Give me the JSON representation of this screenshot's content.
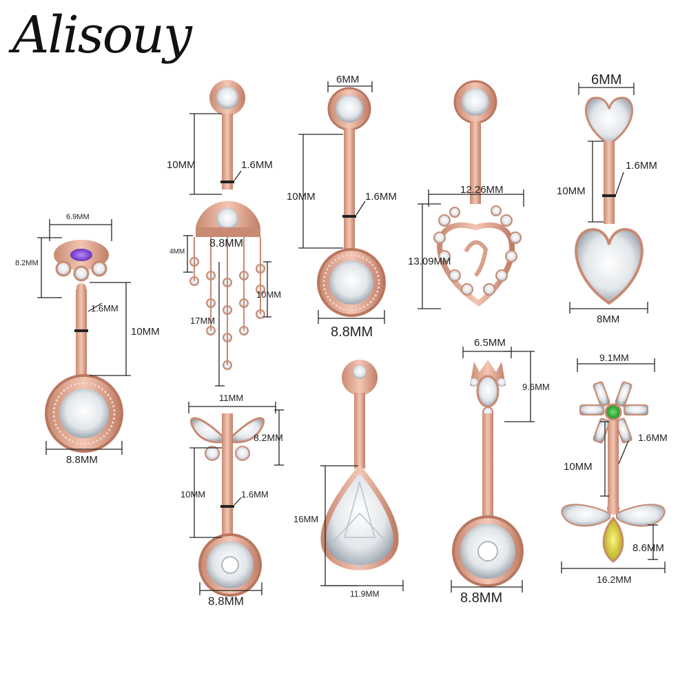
{
  "brand": "Alisouy",
  "colors": {
    "rose_gold": "#d9a08a",
    "rose_gold_dark": "#b97760",
    "crystal": "#eef0f3",
    "crystal_shade": "#9aa3ad",
    "purple_gem": "#7b3fd6",
    "green_gem": "#1fa22c",
    "yellow_gem": "#d8d21c",
    "dimension_line": "#222222"
  },
  "products": [
    {
      "name": "round-halo-purple-marquise",
      "labels": [
        "6.9MM",
        "8.2MM",
        "1.6MM",
        "10MM",
        "8.8MM"
      ]
    },
    {
      "name": "dome-chain-dangle",
      "labels": [
        "10MM",
        "1.6MM",
        "8.8MM",
        "4MM",
        "10MM",
        "17MM"
      ]
    },
    {
      "name": "round-halo-bezel",
      "labels": [
        "6MM",
        "10MM",
        "1.6MM",
        "8.8MM"
      ]
    },
    {
      "name": "heart-cluster",
      "labels": [
        "12.26MM",
        "13.09MM"
      ]
    },
    {
      "name": "double-heart",
      "labels": [
        "6MM",
        "1.6MM",
        "10MM",
        "8MM"
      ]
    },
    {
      "name": "butterfly-round-halo",
      "labels": [
        "11MM",
        "8.2MM",
        "10MM",
        "1.6MM",
        "8.8MM"
      ]
    },
    {
      "name": "teardrop",
      "labels": [
        "16MM",
        "11.9MM"
      ]
    },
    {
      "name": "crown-round-halo",
      "labels": [
        "6.5MM",
        "9.6MM",
        "8.8MM"
      ]
    },
    {
      "name": "flower-bee",
      "labels": [
        "9.1MM",
        "1.6MM",
        "10MM",
        "8.6MM",
        "16.2MM"
      ]
    }
  ]
}
